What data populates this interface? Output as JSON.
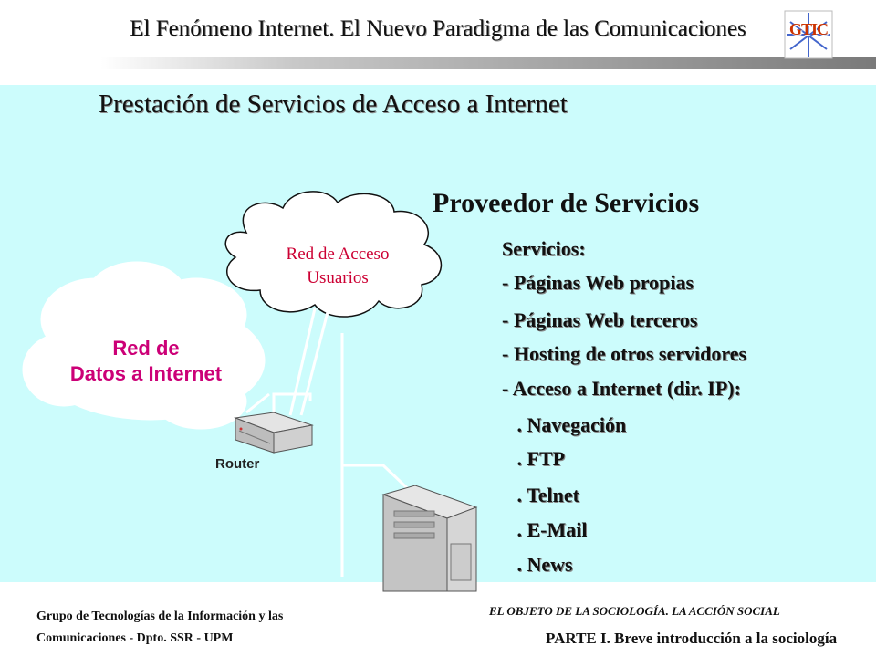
{
  "header": {
    "title": "El Fenómeno Internet. El Nuevo Paradigma de las Comunicaciones",
    "logo_text": "GTIC"
  },
  "slide": {
    "title": "Prestación de Servicios de Acceso a Internet"
  },
  "provider": {
    "heading": "Proveedor de Servicios",
    "services": [
      "Servicios:",
      "- Páginas Web propias",
      "- Páginas Web terceros",
      "- Hosting de otros servidores",
      "- Acceso a Internet  (dir. IP):",
      "   . Navegación",
      "   . FTP",
      "   . Telnet",
      "   . E-Mail",
      "   . News"
    ]
  },
  "diagram": {
    "access_network_line1": "Red de Acceso",
    "access_network_line2": "Usuarios",
    "internet_network_line1": "Red de",
    "internet_network_line2": "Datos a Internet",
    "router_label": "Router"
  },
  "footer": {
    "left_line1": "Grupo de Tecnologías de la Información y las",
    "left_line2": "Comunicaciones - Dpto. SSR - UPM",
    "right_line1": "EL OBJETO DE LA SOCIOLOGÍA. LA ACCIÓN SOCIAL",
    "right_line2": "PARTE I. Breve introducción a la sociología"
  },
  "colors": {
    "panel_background": "#ccfcfc",
    "access_label": "#cc0033",
    "internet_label": "#cc0077"
  }
}
